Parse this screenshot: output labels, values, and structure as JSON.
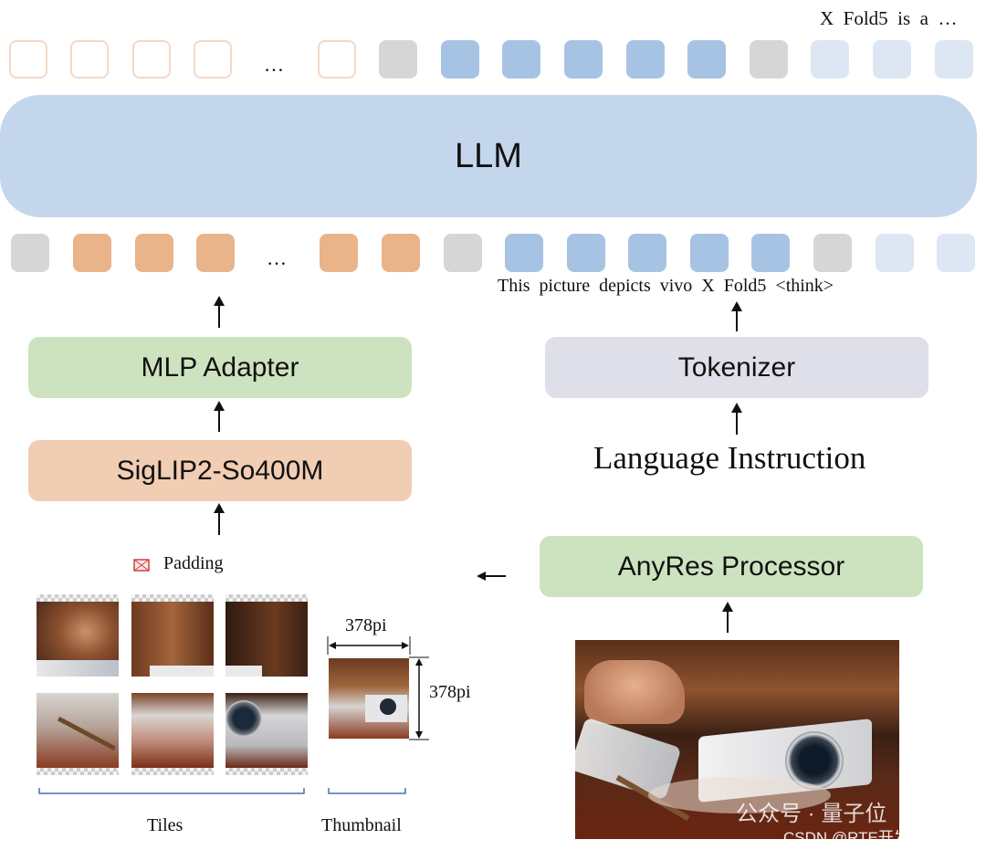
{
  "llm": {
    "label": "LLM"
  },
  "output_text": "X  Fold5  is  a  …",
  "ellipsis": "…",
  "input_caption": "This  picture  depicts  vivo  X  Fold5  <think>",
  "mlp_adapter": {
    "label": "MLP Adapter"
  },
  "tokenizer": {
    "label": "Tokenizer"
  },
  "vision_encoder": {
    "label": "SigLIP2-So400M"
  },
  "language_instruction": "Language Instruction",
  "anyres": {
    "label": "AnyRes Processor"
  },
  "padding_legend": "Padding",
  "tile_size_w": "378pi",
  "tile_size_h": "378pi",
  "tiles_label": "Tiles",
  "thumbnail_label": "Thumbnail",
  "watermark": {
    "line1": "公众号 · 量子位",
    "line2": "CSDN @RTE开发者社区"
  },
  "colors": {
    "llm": "#c3d6ec",
    "vision_token": "#eab48a",
    "text_token": "#a7c3e4",
    "light_token": "#dde7f3",
    "special_token": "#d6d6d6",
    "empty_token_border": "#f4d8c6",
    "mlp": "#cde3c0",
    "tokenizer": "#dedfe8",
    "siglip": "#f1cdb3",
    "anyres": "#cde3c0"
  }
}
